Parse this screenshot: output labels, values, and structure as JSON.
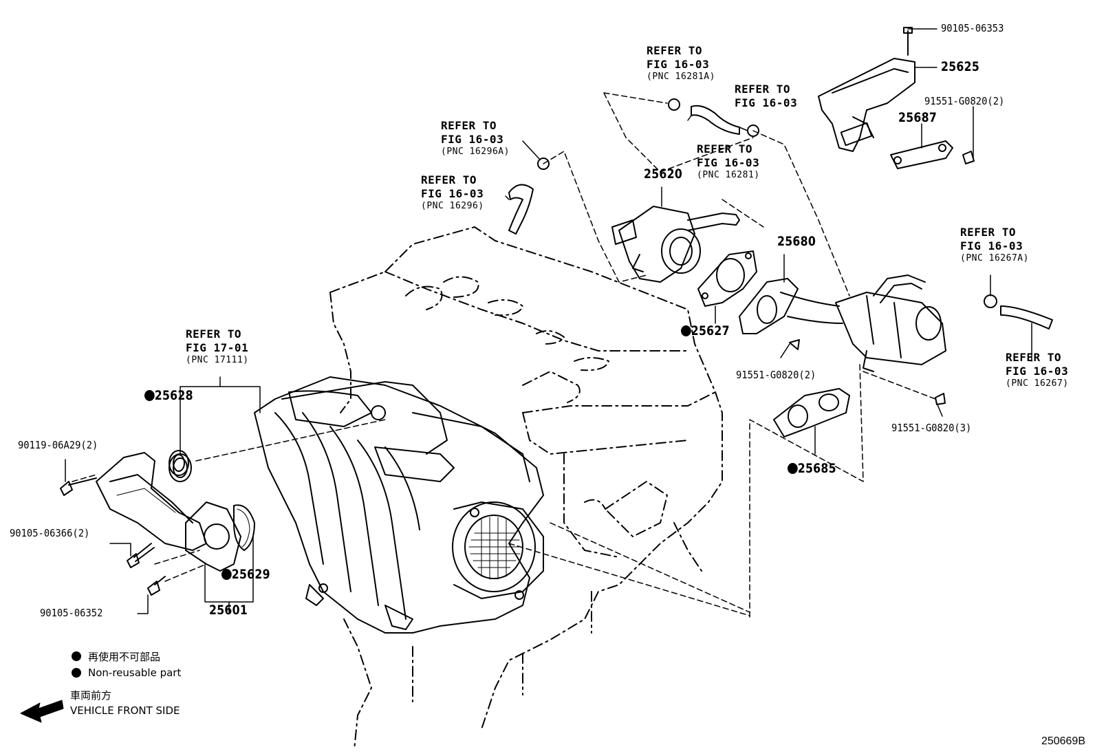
{
  "refs": {
    "r16281a": {
      "l1": "REFER TO",
      "l2": "FIG 16-03",
      "l3": "(PNC 16281A)"
    },
    "r16281_top": {
      "l1": "REFER TO",
      "l2": "FIG 16-03"
    },
    "r16281": {
      "l1": "REFER TO",
      "l2": "FIG 16-03",
      "l3": "(PNC 16281)"
    },
    "r16296a": {
      "l1": "REFER TO",
      "l2": "FIG 16-03",
      "l3": "(PNC 16296A)"
    },
    "r16296": {
      "l1": "REFER TO",
      "l2": "FIG 16-03",
      "l3": "(PNC 16296)"
    },
    "r17111": {
      "l1": "REFER TO",
      "l2": "FIG 17-01",
      "l3": "(PNC 17111)"
    },
    "r16267a": {
      "l1": "REFER TO",
      "l2": "FIG 16-03",
      "l3": "(PNC 16267A)"
    },
    "r16267": {
      "l1": "REFER TO",
      "l2": "FIG 16-03",
      "l3": "(PNC 16267)"
    }
  },
  "parts": {
    "p90105_06353": "90105-06353",
    "p25625": "25625",
    "p91551_g0820_2_top": "91551-G0820(2)",
    "p25687": "25687",
    "p25620": "25620",
    "p25680": "25680",
    "p25627": "25627",
    "p91551_g0820_2_mid": "91551-G0820(2)",
    "p91551_g0820_3": "91551-G0820(3)",
    "p25685": "25685",
    "p25628": "25628",
    "p90119_06a29": "90119-06A29(2)",
    "p90105_06366": "90105-06366(2)",
    "p90105_06352": "90105-06352",
    "p25629": "25629",
    "p25601": "25601"
  },
  "legend": {
    "jp_nonreusable": "再使用不可部品",
    "en_nonreusable": "Non-reusable part",
    "jp_front": "車両前方",
    "en_front": "VEHICLE FRONT SIDE"
  },
  "figure_code": "250669B"
}
